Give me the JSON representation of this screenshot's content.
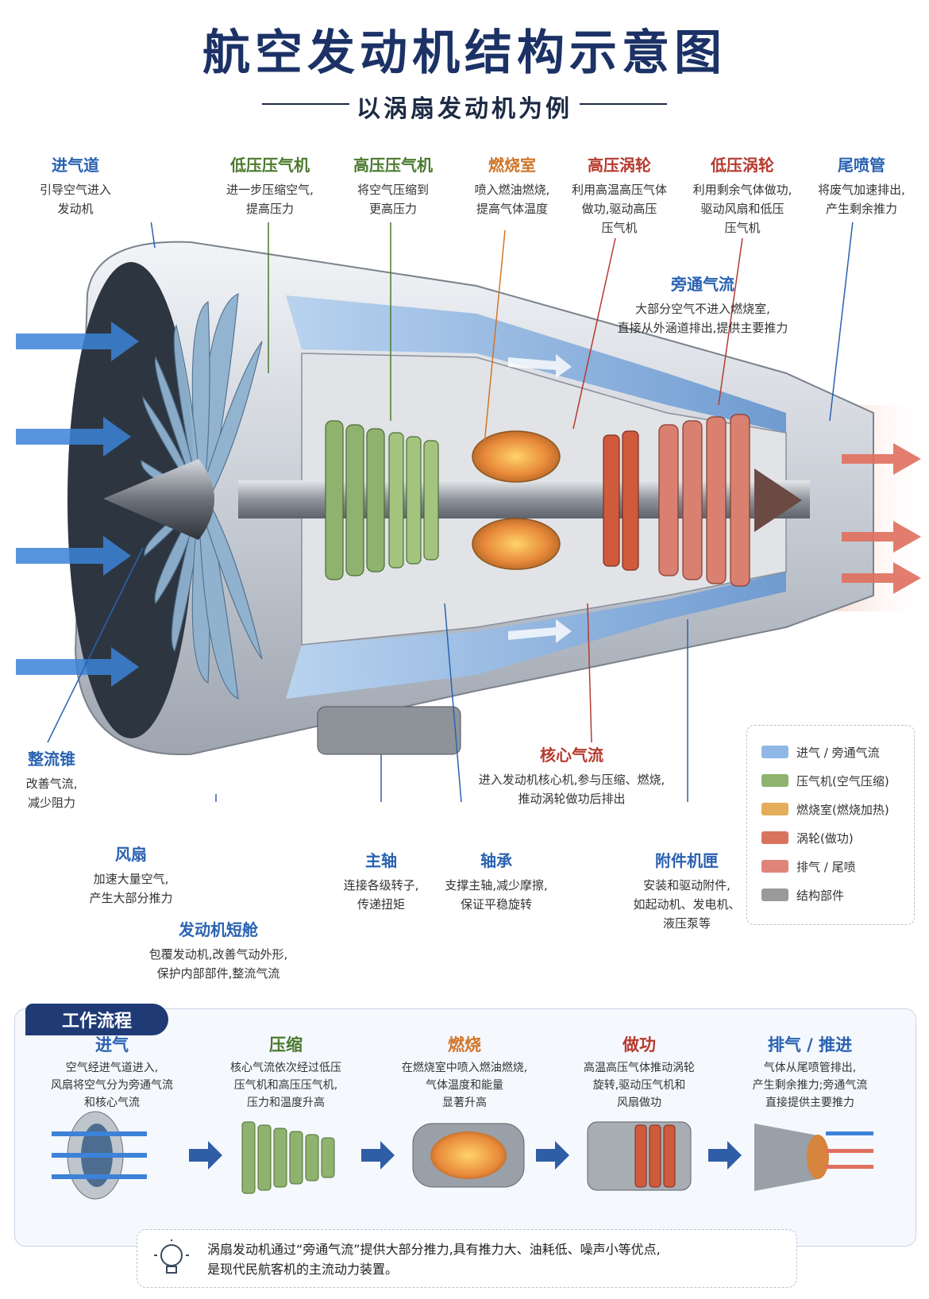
{
  "title": "航空发动机结构示意图",
  "subtitle": "以涡扇发动机为例",
  "labels": {
    "intake": {
      "title": "进气道",
      "desc": [
        "引导空气进入",
        "发动机"
      ]
    },
    "lpc": {
      "title": "低压压气机",
      "desc": [
        "进一步压缩空气,",
        "提高压力"
      ]
    },
    "hpc": {
      "title": "高压压气机",
      "desc": [
        "将空气压缩到",
        "更高压力"
      ]
    },
    "combustor": {
      "title": "燃烧室",
      "desc": [
        "喷入燃油燃烧,",
        "提高气体温度"
      ]
    },
    "hpt": {
      "title": "高压涡轮",
      "desc": [
        "利用高温高压气体",
        "做功,驱动高压",
        "压气机"
      ]
    },
    "lpt": {
      "title": "低压涡轮",
      "desc": [
        "利用剩余气体做功,",
        "驱动风扇和低压",
        "压气机"
      ]
    },
    "nozzle": {
      "title": "尾喷管",
      "desc": [
        "将废气加速排出,",
        "产生剩余推力"
      ]
    },
    "bypass": {
      "title": "旁通气流",
      "desc": [
        "大部分空气不进入燃烧室,",
        "直接从外涵道排出,提供主要推力"
      ]
    },
    "spinner": {
      "title": "整流锥",
      "desc": [
        "改善气流,",
        "减少阻力"
      ]
    },
    "fan": {
      "title": "风扇",
      "desc": [
        "加速大量空气,",
        "产生大部分推力"
      ]
    },
    "nacelle": {
      "title": "发动机短舱",
      "desc": [
        "包覆发动机,改善气动外形,",
        "保护内部部件,整流气流"
      ]
    },
    "core": {
      "title": "核心气流",
      "desc": [
        "进入发动机核心机,参与压缩、燃烧,",
        "推动涡轮做功后排出"
      ]
    },
    "shaft": {
      "title": "主轴",
      "desc": [
        "连接各级转子,",
        "传递扭矩"
      ]
    },
    "bearing": {
      "title": "轴承",
      "desc": [
        "支撑主轴,减少摩擦,",
        "保证平稳旋转"
      ]
    },
    "gearbox": {
      "title": "附件机匣",
      "desc": [
        "安装和驱动附件,",
        "如起动机、发电机、",
        "液压泵等"
      ]
    }
  },
  "legend": [
    {
      "text": "进气 / 旁通气流",
      "color": "#8fb8e6"
    },
    {
      "text": "压气机(空气压缩)",
      "color": "#8fb36e"
    },
    {
      "text": "燃烧室(燃烧加热)",
      "color": "#e3ad5a"
    },
    {
      "text": "涡轮(做功)",
      "color": "#d8735e"
    },
    {
      "text": "排气 / 尾喷",
      "color": "#e0847a"
    },
    {
      "text": "结构部件",
      "color": "#9a9a9a"
    }
  ],
  "flow": {
    "tag": "工作流程",
    "steps": [
      {
        "title": "进气",
        "desc": [
          "空气经进气道进入,",
          "风扇将空气分为旁通气流",
          "和核心气流"
        ],
        "color": "#2a62b2"
      },
      {
        "title": "压缩",
        "desc": [
          "核心气流依次经过低压",
          "压气机和高压压气机,",
          "压力和温度升高"
        ],
        "color": "#4b7a2e"
      },
      {
        "title": "燃烧",
        "desc": [
          "在燃烧室中喷入燃油燃烧,",
          "气体温度和能量",
          "显著升高"
        ],
        "color": "#d0762a"
      },
      {
        "title": "做功",
        "desc": [
          "高温高压气体推动涡轮",
          "旋转,驱动压气机和",
          "风扇做功"
        ],
        "color": "#b63a2e"
      },
      {
        "title": "排气 / 推进",
        "desc": [
          "气体从尾喷管排出,",
          "产生剩余推力;旁通气流",
          "直接提供主要推力"
        ],
        "color": "#2a62b2"
      }
    ]
  },
  "note": [
    "涡扇发动机通过“旁通气流”提供大部分推力,具有推力大、油耗低、噪声小等优点,",
    "是现代民航客机的主流动力装置。"
  ]
}
